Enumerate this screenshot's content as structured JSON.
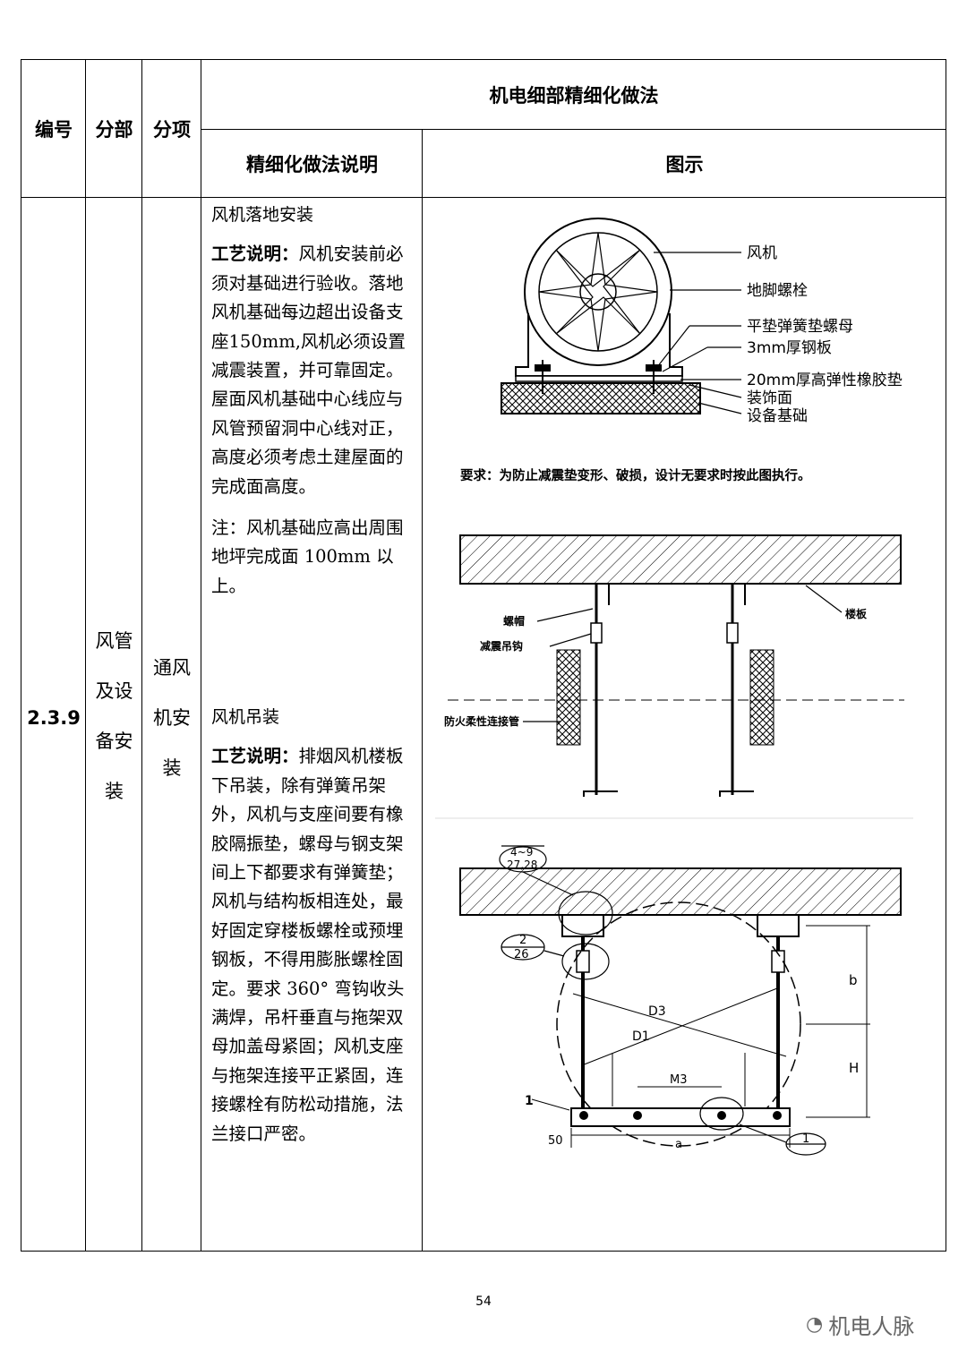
{
  "header": {
    "col_id": "编号",
    "col_division": "分部",
    "col_item": "分项",
    "group_title": "机电细部精细化做法",
    "col_desc": "精细化做法说明",
    "col_figure": "图示"
  },
  "row": {
    "id": "2.3.9",
    "division": [
      "风管",
      "及设",
      "备安",
      "装"
    ],
    "item": [
      "通风",
      "机安",
      "装"
    ]
  },
  "sections": [
    {
      "title": "风机落地安装",
      "label": "工艺说明：",
      "body": "风机安装前必须对基础进行验收。落地风机基础每边超出设备支座150mm,风机必须设置减震装置，并可靠固定。屋面风机基础中心线应与风管预留洞中心线对正，高度必须考虑土建屋面的完成面高度。",
      "note": "注：风机基础应高出周围地坪完成面 100mm 以上。"
    },
    {
      "title": "风机吊装",
      "label": "工艺说明：",
      "body": "排烟风机楼板下吊装，除有弹簧吊架外，风机与支座间要有橡胶隔振垫，螺母与钢支架间上下都要求有弹簧垫；风机与结构板相连处，最好固定穿楼板螺栓或预埋钢板，不得用膨胀螺栓固定。要求 360° 弯钩收头满焊，吊杆垂直与拖架双母加盖母紧固；风机支座与拖架连接平正紧固，连接螺栓有防松动措施，法兰接口严密。"
    }
  ],
  "figure1": {
    "labels": [
      "风机",
      "地脚螺栓",
      "平垫弹簧垫螺母",
      "3mm厚钢板",
      "20mm厚高弹性橡胶垫",
      "装饰面",
      "设备基础"
    ],
    "requirement": "要求：为防止减震垫变形、破损，设计无要求时按此图执行。"
  },
  "figure2": {
    "labels": [
      "螺帽",
      "减震吊钩",
      "防火柔性连接管",
      "楼板"
    ]
  },
  "figure3": {
    "callout_top": [
      "4~9",
      "27,28"
    ],
    "callout_mid": [
      "2",
      "26"
    ],
    "callout_bottom": "1",
    "dims": {
      "d3": "D3",
      "d1": "D1",
      "m3": "M3",
      "h": "H",
      "b": "b",
      "a": "a",
      "offset": "50",
      "part": "1"
    }
  },
  "footer": {
    "page": "54",
    "watermark": "机电人脉"
  }
}
